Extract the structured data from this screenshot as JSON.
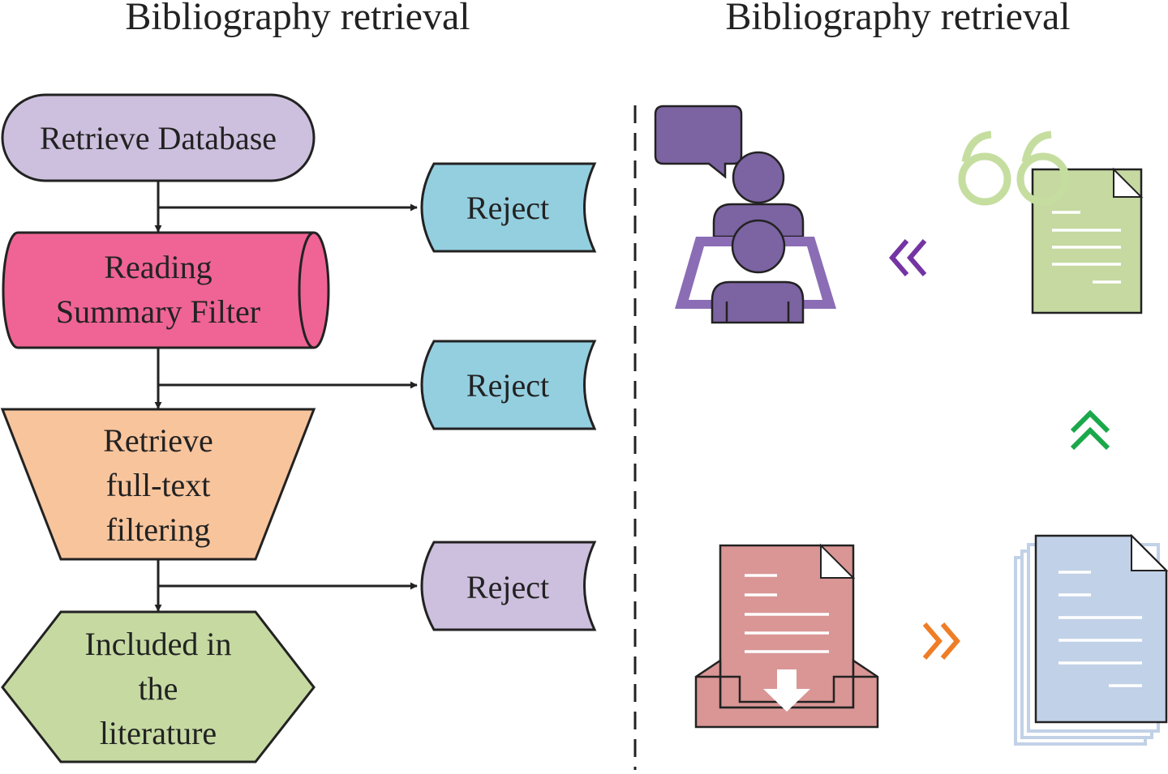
{
  "titles": {
    "left": "Bibliography retrieval",
    "right": "Bibliography retrieval"
  },
  "flow": {
    "retrieve_database": "Retrieve Database",
    "reading_summary_filter": [
      "Reading",
      "Summary Filter"
    ],
    "retrieve_fulltext_filtering": [
      "Retrieve",
      "full-text",
      "filtering"
    ],
    "included_in_literature": [
      "Included in",
      "the",
      "literature"
    ]
  },
  "rejects": [
    "Reject",
    "Reject",
    "Reject"
  ],
  "colors": {
    "retrieve_database": "#cdc0de",
    "reading_summary_filter": "#ef6494",
    "retrieve_fulltext_filtering": "#f8c49c",
    "included_in_literature": "#c5d9a1",
    "reject_blue": "#94cfe0",
    "reject_purple": "#cdc0de",
    "people_purple": "#7c63a2",
    "glasses_green": "#c5dea0",
    "doc_green": "#c5d9a1",
    "doc_red": "#d99695",
    "doc_blue": "#c1d1e7",
    "chevron_purple": "#7434a4",
    "chevron_green": "#1aa84a",
    "chevron_orange": "#ef7d26"
  },
  "icons": [
    "discussion-icon",
    "reading-glasses-document-icon",
    "document-stack-icon",
    "inbox-download-icon"
  ]
}
